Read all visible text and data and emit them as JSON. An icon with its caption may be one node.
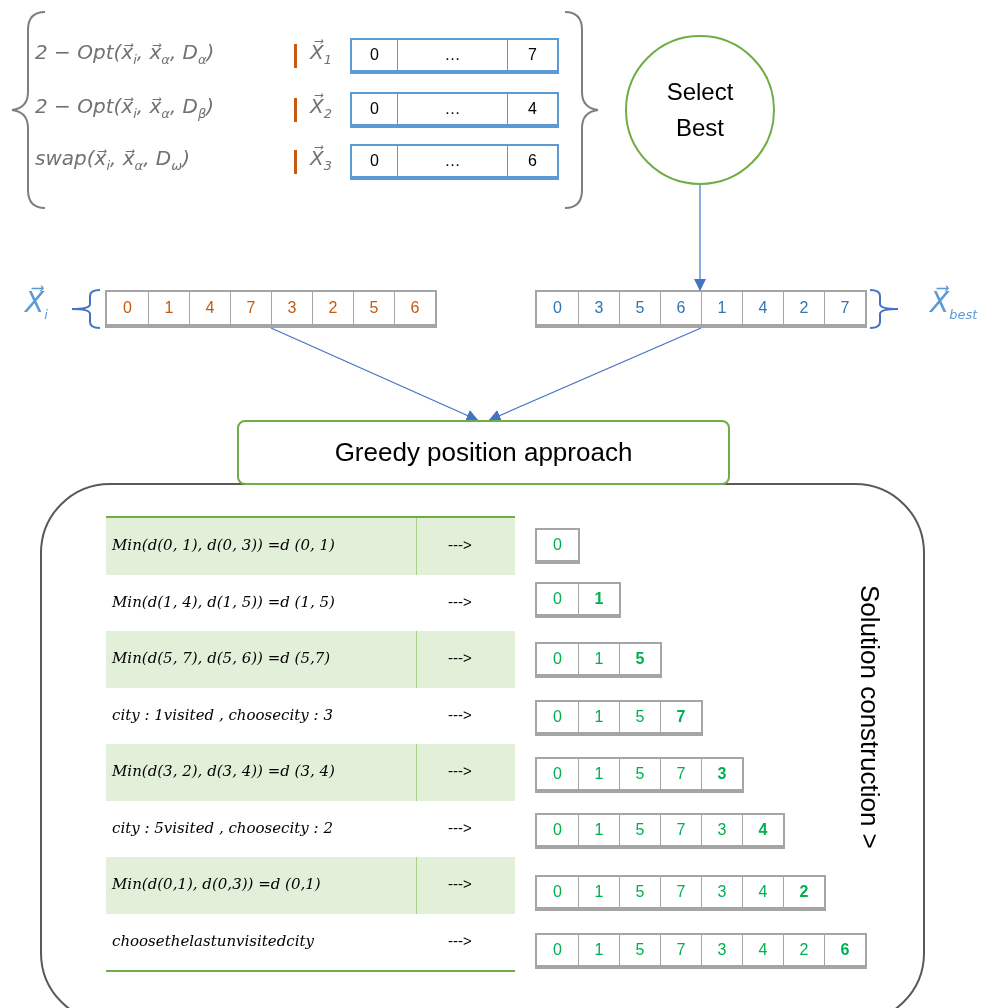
{
  "diagram": {
    "nodes": [
      {
        "text": [
          "0",
          "…",
          "7"
        ],
        "beside": [
          "X⃗$_{1}$"
        ]
      },
      {
        "text": [
          "0",
          "…",
          "4"
        ],
        "beside": [
          "X⃗$_{2}$"
        ]
      },
      {
        "text": [
          "0",
          "…",
          "6"
        ],
        "beside": [
          "X⃗$_{3}$"
        ]
      },
      {
        "text": [
          "Select Best"
        ]
      },
      {
        "text": [
          "0",
          "1",
          "4",
          "7",
          "3",
          "2",
          "5",
          "6"
        ],
        "beside": [
          "X⃗$_{i}$"
        ]
      },
      {
        "text": [
          "0",
          "3",
          "5",
          "6",
          "1",
          "4",
          "2",
          "7"
        ],
        "beside": [
          "X⃗$_{best}$"
        ]
      },
      {
        "text": [
          "Greedy position approach"
        ]
      },
      {
        "text": [
          "Solution construction >"
        ]
      },
      {
        "text": [
          "0"
        ],
        "in": 7
      },
      {
        "text": [
          "0",
          "1"
        ],
        "in": 7
      },
      {
        "text": [
          "0",
          "1",
          "5"
        ],
        "in": 7
      },
      {
        "text": [
          "0",
          "1",
          "5",
          "7"
        ],
        "in": 7
      },
      {
        "text": [
          "0",
          "1",
          "5",
          "7",
          "3"
        ],
        "in": 7
      },
      {
        "text": [
          "0",
          "1",
          "5",
          "7",
          "3",
          "4"
        ],
        "in": 7
      },
      {
        "text": [
          "0",
          "1",
          "5",
          "7",
          "3",
          "4",
          "2"
        ],
        "in": 7
      },
      {
        "text": [
          "0",
          "1",
          "5",
          "7",
          "3",
          "4",
          "2",
          "6"
        ],
        "in": 7
      }
    ],
    "edges": [
      {
        "from": 3,
        "to": 5,
        "arrow": "to"
      },
      {
        "from": 4,
        "to": 6,
        "arrow": "to"
      },
      {
        "from": 5,
        "to": 6,
        "arrow": "to"
      }
    ],
    "labels": [
      "2 − Opt(x⃗$_{i}$, x⃗$_{α}$, D$_{α}$)",
      "2 − Opt(x⃗$_{i}$, x⃗$_{α}$, D$_{β}$)",
      "swap(x⃗$_{i}$, x⃗$_{α}$, D$_{ω}$)",
      "Min(d(0, 1), d(0, 3))  =d  (0, 1)",
      "--->",
      "Min(d(1, 4), d(1, 5))  =d  (1, 5)",
      "--->",
      "Min(d(5, 7), d(5, 6))  =d  (5,7)",
      "--->",
      "city : 1visited  , choosecity  : 3",
      "--->",
      "Min(d(3, 2), d(3, 4))  =d  (3, 4)",
      "--->",
      "city : 5visited  , choosecity  : 2",
      "--->",
      "Min(d(0,1), d(0,3))  =d  (0,1)",
      "--->",
      "choosethelastunvisitedcity",
      "--->"
    ]
  }
}
